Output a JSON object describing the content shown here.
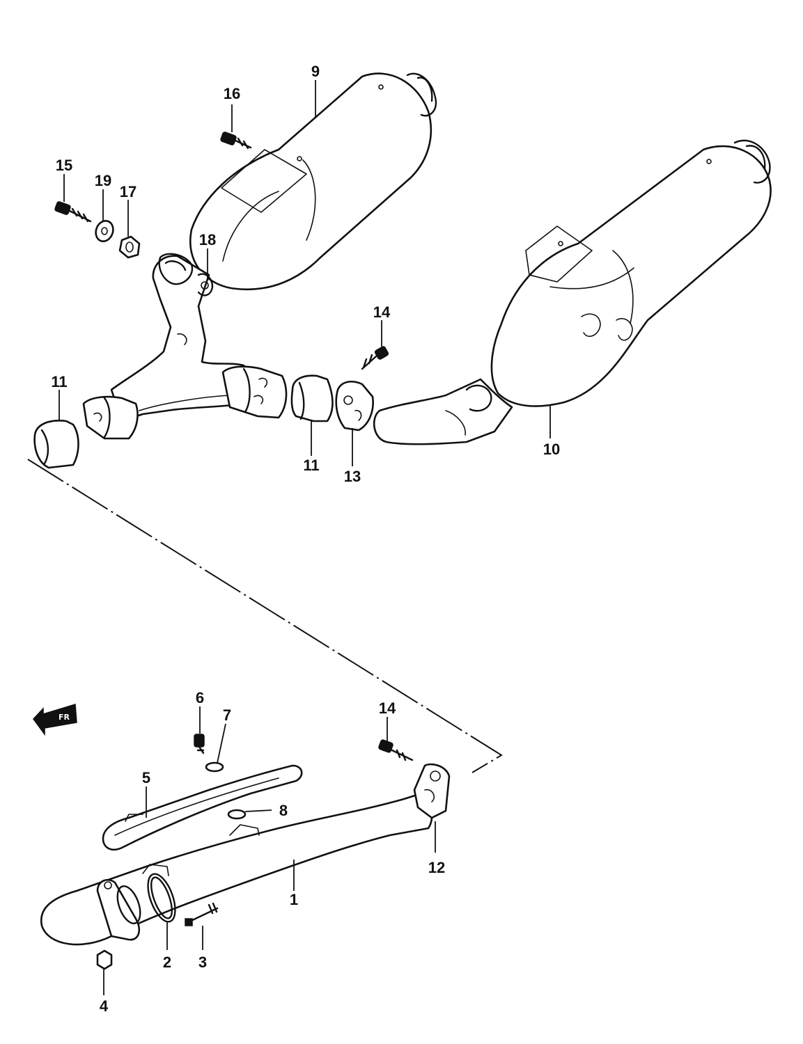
{
  "callouts": {
    "p1": "1",
    "p2": "2",
    "p3": "3",
    "p4": "4",
    "p5": "5",
    "p6": "6",
    "p7": "7",
    "p8": "8",
    "p9": "9",
    "p10": "10",
    "p11a": "11",
    "p11b": "11",
    "p12": "12",
    "p13": "13",
    "p14a": "14",
    "p14b": "14",
    "p15": "15",
    "p16": "16",
    "p17": "17",
    "p18": "18",
    "p19": "19"
  },
  "front_arrow_icon": "front-arrow-icon"
}
